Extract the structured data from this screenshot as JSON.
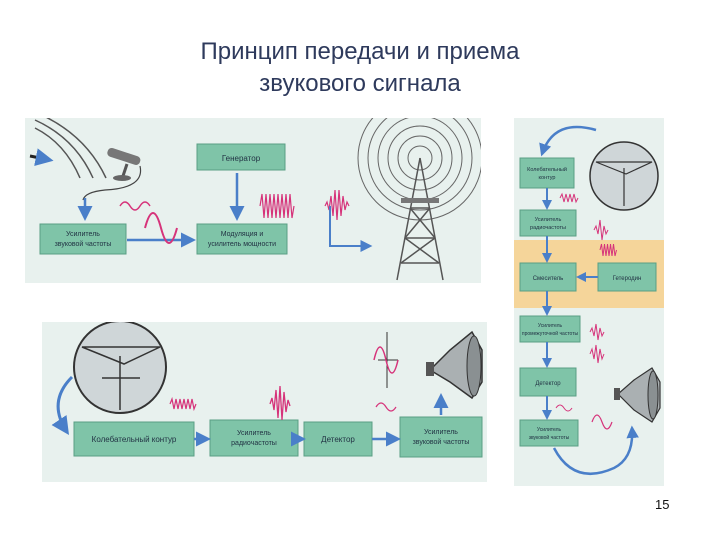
{
  "slide": {
    "title_line1": "Принцип передачи и приема",
    "title_line2": "звукового сигнала",
    "page_number": "15"
  },
  "transmitter": {
    "generator": "Генератор",
    "amp_audio_l1": "Усилитель",
    "amp_audio_l2": "звуковой частоты",
    "modulator_l1": "Модуляция и",
    "modulator_l2": "усилитель мощности"
  },
  "receiver": {
    "oscillating_circuit": "Колебательный контур",
    "amp_radio_l1": "Усилитель",
    "amp_radio_l2": "радиочастоты",
    "detector": "Детектор",
    "amp_audio_l1": "Усилитель",
    "amp_audio_l2": "звуковой частоты"
  },
  "superhet": {
    "oscillating_circuit_l1": "Колебательный",
    "oscillating_circuit_l2": "контур",
    "amp_radio_l1": "Усилитель",
    "amp_radio_l2": "радиочастоты",
    "mixer": "Смеситель",
    "heterodyne": "Гетеродин",
    "amp_if_l1": "Усилитель",
    "amp_if_l2": "промежуточной частоты",
    "detector": "Детектор",
    "amp_audio_l1": "Усилитель",
    "amp_audio_l2": "звуковой частоты"
  },
  "colors": {
    "title": "#2e3a5c",
    "box_fill": "#7fc4a8",
    "box_stroke": "#5a9e84",
    "arrow": "#4a7fc9",
    "signal": "#d6337a",
    "panel_bg": "#e8f1ee",
    "band_orange": "#f5d59a"
  },
  "icons": [
    "microphone-icon",
    "antenna-tower-icon",
    "dish-antenna-icon",
    "loudspeaker-icon"
  ]
}
